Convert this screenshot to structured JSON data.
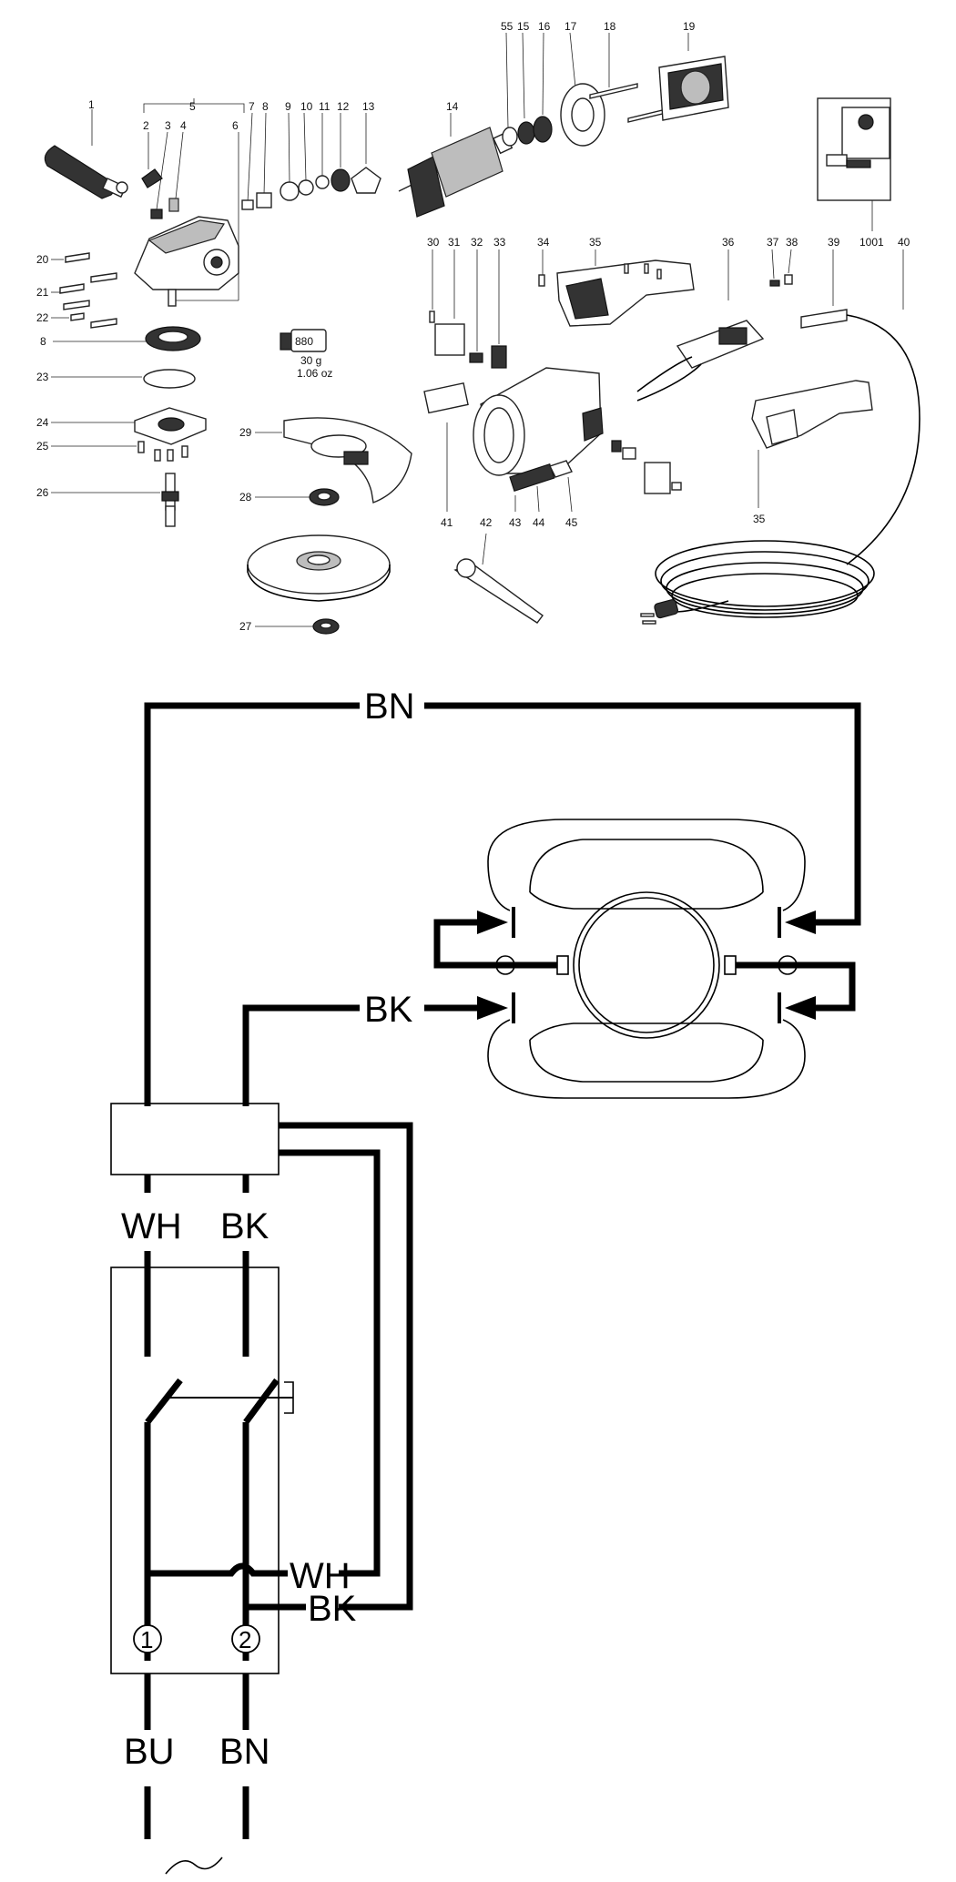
{
  "parts": {
    "p1": "1",
    "p2": "2",
    "p3": "3",
    "p4": "4",
    "p5": "5",
    "p6": "6",
    "p7": "7",
    "p8": "8",
    "p9": "9",
    "p10": "10",
    "p11": "11",
    "p12": "12",
    "p13": "13",
    "p14": "14",
    "p55": "55",
    "p15": "15",
    "p16": "16",
    "p17": "17",
    "p18": "18",
    "p19": "19",
    "p20": "20",
    "p21": "21",
    "p22": "22",
    "p8b": "8",
    "p23": "23",
    "p24": "24",
    "p25": "25",
    "p26": "26",
    "p29": "29",
    "p28": "28",
    "p27": "27",
    "p30": "30",
    "p31": "31",
    "p32": "32",
    "p33": "33",
    "p34": "34",
    "p35": "35",
    "p36": "36",
    "p37": "37",
    "p38": "38",
    "p39": "39",
    "p1001": "1001",
    "p40": "40",
    "p41": "41",
    "p42": "42",
    "p43": "43",
    "p44": "44",
    "p45": "45",
    "p35b": "35"
  },
  "grease": {
    "code": "880",
    "weight_g": "30 g",
    "weight_oz": "1.06 oz"
  },
  "wiring": {
    "bn_top": "BN",
    "bk_field": "BK",
    "wh_switch": "WH",
    "bk_switch": "BK",
    "wh_return": "WH",
    "bk_return": "BK",
    "terminal1": "1",
    "terminal2": "2",
    "bu_supply": "BU",
    "bn_supply": "BN",
    "ac_symbol": "~"
  }
}
